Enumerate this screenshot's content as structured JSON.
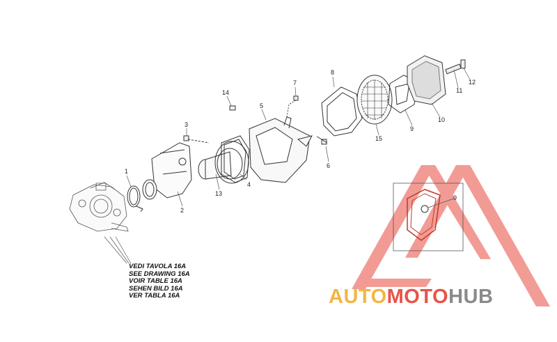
{
  "diagram": {
    "callouts": [
      "1",
      "2",
      "3",
      "4",
      "5",
      "6",
      "7",
      "8",
      "9",
      "10",
      "11",
      "12",
      "13",
      "14",
      "15"
    ],
    "detail_callout": "9",
    "reference_note": [
      "VEDI TAVOLA 16A",
      "SEE DRAWING 16A",
      "VOIR TABLE 16A",
      "SEHEN BILD 16A",
      "VER TABLA 16A"
    ]
  },
  "watermark": {
    "word_1": "AUTO",
    "word_2": "MOTO",
    "word_3": "HUB",
    "colors": {
      "auto": "#f2b643",
      "moto": "#e8534a",
      "hub": "#8a8a8a",
      "triangle": "#e84a3f"
    }
  }
}
